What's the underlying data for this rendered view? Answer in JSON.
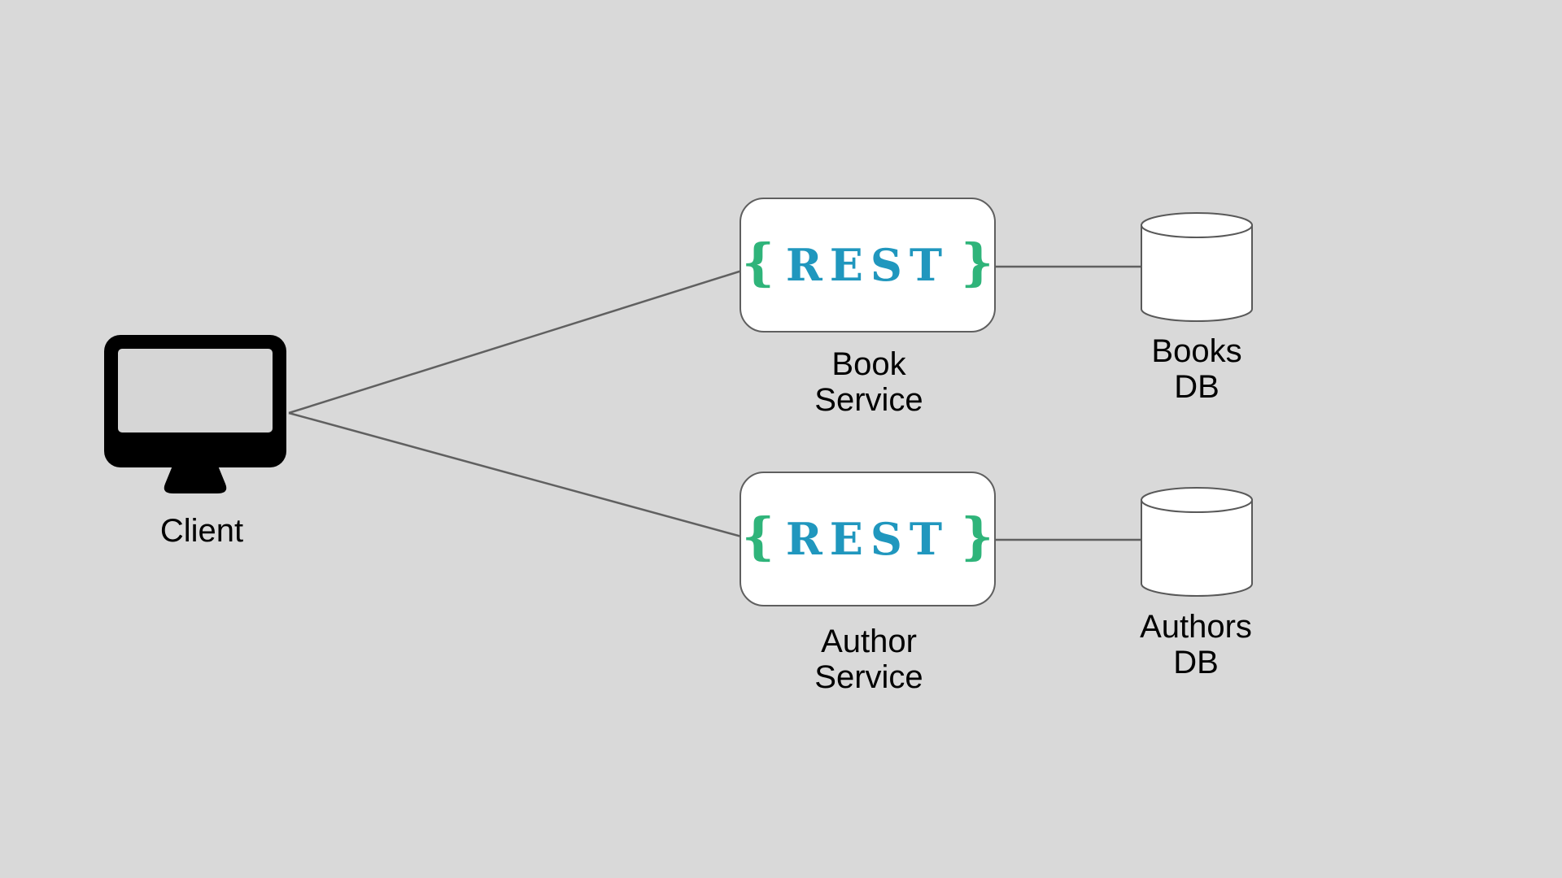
{
  "diagram": {
    "type": "architecture-diagram",
    "client": {
      "label": "Client",
      "icon": "desktop-monitor-icon"
    },
    "services": [
      {
        "name": "Book Service",
        "badge": {
          "open_brace": "{",
          "text": "REST",
          "close_brace": "}"
        },
        "label_lines": [
          "Book",
          "Service"
        ],
        "label_text": "Book\nService"
      },
      {
        "name": "Author Service",
        "badge": {
          "open_brace": "{",
          "text": "REST",
          "close_brace": "}"
        },
        "label_lines": [
          "Author",
          "Service"
        ],
        "label_text": "Author\nService"
      }
    ],
    "databases": [
      {
        "name": "Books DB",
        "icon": "database-cylinder-icon",
        "label_lines": [
          "Books",
          "DB"
        ],
        "label_text": "Books\nDB"
      },
      {
        "name": "Authors DB",
        "icon": "database-cylinder-icon",
        "label_lines": [
          "Authors",
          "DB"
        ],
        "label_text": "Authors\nDB"
      }
    ],
    "edges": [
      {
        "from": "Client",
        "to": "Book Service"
      },
      {
        "from": "Client",
        "to": "Author Service"
      },
      {
        "from": "Book Service",
        "to": "Books DB"
      },
      {
        "from": "Author Service",
        "to": "Authors DB"
      }
    ],
    "colors": {
      "background": "#d9d9d9",
      "connector": "#606060",
      "node_fill": "#ffffff",
      "node_border": "#5f5f5f",
      "rest_text": "#2097be",
      "braces": "#2fb47a",
      "label_text": "#000000",
      "client_icon": "#000000",
      "monitor_screen": "#d6d6d6"
    }
  }
}
